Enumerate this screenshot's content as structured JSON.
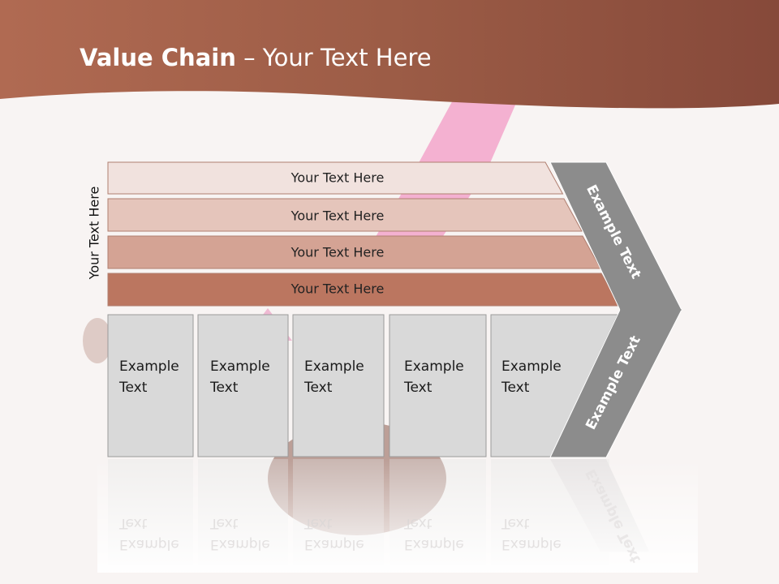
{
  "header": {
    "title_bold": "Value Chain",
    "title_rest": " – Your Text Here"
  },
  "side_label": "Your Text Here",
  "bands": [
    {
      "label": "Your Text Here",
      "color": "#f1e2de"
    },
    {
      "label": "Your Text Here",
      "color": "#e5c5bb"
    },
    {
      "label": "Your Text Here",
      "color": "#d4a394"
    },
    {
      "label": "Your Text Here",
      "color": "#bb7660"
    }
  ],
  "boxes": [
    {
      "line1": "Example",
      "line2": "Text"
    },
    {
      "line1": "Example",
      "line2": "Text"
    },
    {
      "line1": "Example",
      "line2": "Text"
    },
    {
      "line1": "Example",
      "line2": "Text"
    },
    {
      "line1": "Example",
      "line2": "Text"
    }
  ],
  "chevron": {
    "upper_text": "Example Text",
    "lower_text": "Example Text",
    "color": "#8c8c8c"
  },
  "colors": {
    "header": "#9a5a45",
    "box_fill": "#d9d9d9"
  }
}
